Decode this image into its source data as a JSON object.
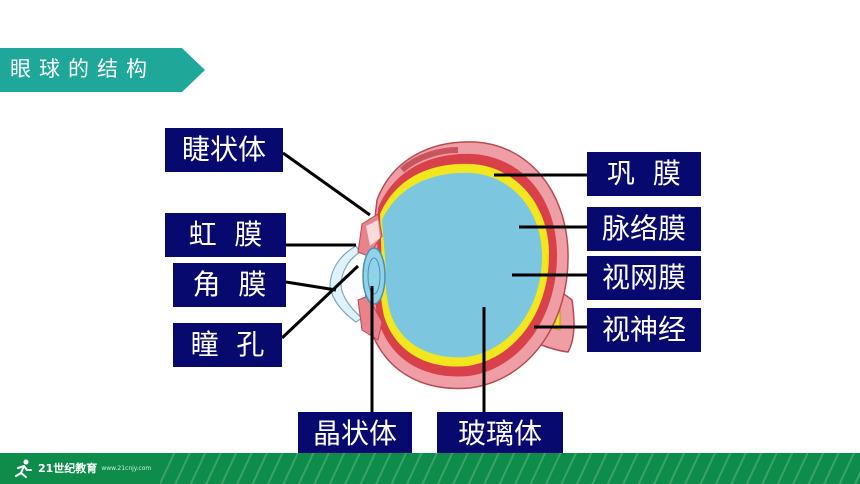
{
  "slide": {
    "title": "眼球的结构"
  },
  "labels": {
    "ciliary_body": "睫状体",
    "iris": "虹  膜",
    "cornea": "角  膜",
    "pupil": "瞳  孔",
    "sclera": "巩  膜",
    "choroid": "脉络膜",
    "retina": "视网膜",
    "optic_nerve": "视神经",
    "lens": "晶状体",
    "vitreous_body": "玻璃体"
  },
  "footer": {
    "logo_text": "21世纪教育",
    "logo_url": "www.21cnjy.com"
  },
  "colors": {
    "label_bg": "#08096e",
    "title_bg": "#1fa79a",
    "footer_bg": "#0e8d4a",
    "eye_vitreous": "#7cc6df",
    "eye_retina": "#f2e61f",
    "eye_choroid": "#d9414a",
    "eye_sclera": "#ee9ea4"
  }
}
